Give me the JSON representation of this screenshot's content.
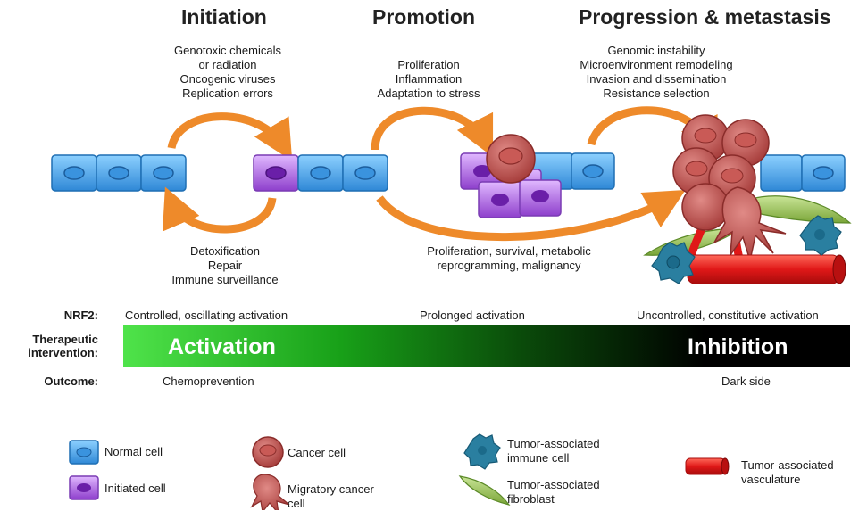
{
  "stages": {
    "initiation": {
      "title": "Initiation",
      "causes": [
        "Genotoxic chemicals",
        "or radiation",
        "Oncogenic viruses",
        "Replication errors"
      ],
      "defenses": [
        "Detoxification",
        "Repair",
        "Immune surveillance"
      ]
    },
    "promotion": {
      "title": "Promotion",
      "causes": [
        "Proliferation",
        "Inflammation",
        "Adaptation to stress"
      ],
      "outcome": [
        "Proliferation, survival, metabolic",
        "reprogramming, malignancy"
      ]
    },
    "progression": {
      "title": "Progression & metastasis",
      "causes": [
        "Genomic instability",
        "Microenvironment remodeling",
        "Invasion and dissemination",
        "Resistance selection"
      ]
    }
  },
  "nrf2": {
    "label": "NRF2:",
    "initiation": "Controlled, oscillating activation",
    "promotion": "Prolonged activation",
    "progression": "Uncontrolled, constitutive activation"
  },
  "therapy": {
    "label_line1": "Therapeutic",
    "label_line2": "intervention:",
    "left": "Activation",
    "right": "Inhibition",
    "colors": {
      "start": "#4fe34a",
      "end": "#000000"
    }
  },
  "outcome": {
    "label": "Outcome:",
    "left": "Chemoprevention",
    "right": "Dark side"
  },
  "legend": {
    "normal_cell": "Normal cell",
    "initiated_cell": "Initiated cell",
    "cancer_cell": "Cancer cell",
    "migratory_cancer_cell": [
      "Migratory cancer",
      "cell"
    ],
    "immune_cell": [
      "Tumor-associated",
      "immune cell"
    ],
    "fibroblast": [
      "Tumor-associated",
      "fibroblast"
    ],
    "vasculature": [
      "Tumor-associated",
      "vasculature"
    ]
  },
  "colors": {
    "normal_cell": "#3d9be0",
    "initiated_cell": "#9b59d0",
    "cancer_cell": "#b84a48",
    "immune_cell": "#2a7fa0",
    "fibroblast": "#7fae3e",
    "vasculature": "#e02020",
    "arrow": "#ee8a2a"
  }
}
